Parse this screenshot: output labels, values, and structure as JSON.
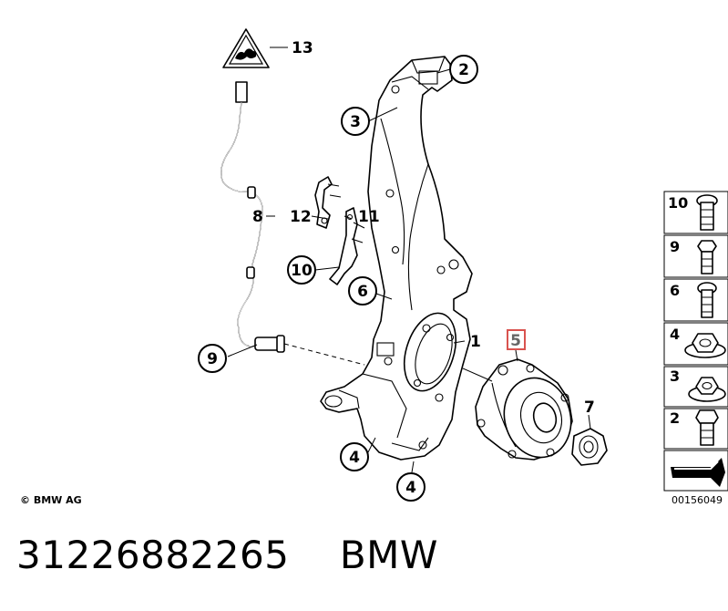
{
  "diagram": {
    "callouts": [
      {
        "id": "c13",
        "label": "13"
      },
      {
        "id": "c2",
        "label": "2"
      },
      {
        "id": "c3",
        "label": "3"
      },
      {
        "id": "c12",
        "label": "12"
      },
      {
        "id": "c11",
        "label": "11"
      },
      {
        "id": "c8",
        "label": "8"
      },
      {
        "id": "c10",
        "label": "10"
      },
      {
        "id": "c6",
        "label": "6"
      },
      {
        "id": "c1",
        "label": "1"
      },
      {
        "id": "c5",
        "label": "5",
        "highlight_color": "#d9534f"
      },
      {
        "id": "c9",
        "label": "9"
      },
      {
        "id": "c7",
        "label": "7"
      },
      {
        "id": "c4a",
        "label": "4"
      },
      {
        "id": "c4b",
        "label": "4"
      }
    ],
    "legend": [
      "10",
      "9",
      "6",
      "4",
      "3",
      "2"
    ],
    "copyright": "© BMW AG",
    "diagram_code": "00156049"
  },
  "footer": {
    "part_number": "31226882265",
    "brand": "BMW"
  }
}
